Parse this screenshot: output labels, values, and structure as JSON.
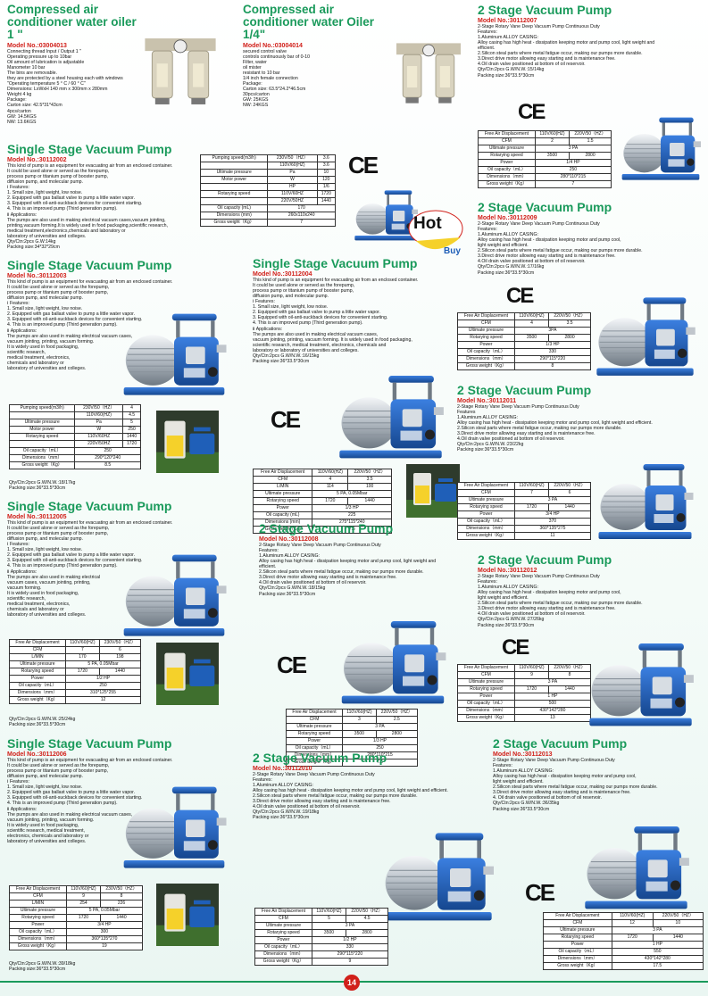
{
  "page_number": "14",
  "hot_badge": {
    "word1": "Hot",
    "word2": "Buy"
  },
  "ce_mark": "CE",
  "colors": {
    "title_green": "#1a9a5b",
    "model_red": "#d1201a",
    "pump_blue": "#1f5fb8"
  },
  "oiler1": {
    "title": "Compressed air conditioner water oiler 1 \"",
    "model": "Model No.:03004013",
    "desc": "Connecting thread Input / Output 1 \"\nOperating pressure up to 10bar\nOil amount of lubrication is adjustable\nManometer 10 bar\nThe bins are removable.\nthey are protected by a steel housing each with windows\n\"Operating temperature 5 ° C / 60 ° C\"\nDimensions: LxWxH 140 mm x 300mm x 280mm\nWeight 4 kg\nPackage:\nCarton size: 42.5*31*43cm\n4pcs/carton\nGW:    14.5KGS\nNW:    13.6KGS"
  },
  "oiler2": {
    "title": "Compressed air conditioner water Oiler 1/4\"",
    "model": "Model No.:03004014",
    "desc": "secured control valve\ncontrols continuously bar of 0-10\nFilter, water\noil mister\nresistant to 10 bar\n1/4 inch female connection\nPackage:\nCarton size: 63.5*24.2*46.5cm\n30pcs/carton\nGW:    25KGS\nNW:    24KGS"
  },
  "p30112002": {
    "title": "Single Stage Vacuum Pump",
    "model": "Model No.:30112002",
    "desc": "This kind of pump is an equipment for evacuating air from an enclosed container.\nIt could be used alone or served as the forepump,\nprocess pump or titanium pump of booster pump,\ndiffusion pump, and molecular pump.\nⅠ Features:\n1. Small size, light weight, low noise.\n2. Equipped with gas ballast valve to pump a little water vapor.\n3. Equipped with oil-anti-suckback devices for convenient starting.\n4. This is an improved pump (Third generation pump).\nⅡ Applications:\nThe pumps are also used in making electrical vacuum cases,vacuum jointing,\nprinting,vacuum forming.It is widely used in food packaging,scientific research,\nmedical treatment,electronics,chemicals and laboratory or\nlaboratory of universities and colleges.\nQty/Ctn:2pcs        G.W:14kg\nPacking size:34*32*29cm",
    "table": [
      [
        "Pumping speed(m3/h)",
        "230V/50（HZ）",
        "3.6"
      ],
      [
        "",
        "110V/60(HZ)",
        "3.6"
      ],
      [
        "Ultimate pressure",
        "Pa",
        "10"
      ],
      [
        "Motor power",
        "W",
        "120"
      ],
      [
        "",
        "HP",
        "1/6"
      ],
      [
        "Rotarying speed",
        "110V/60HZ",
        "1720"
      ],
      [
        "",
        "220V/50HZ",
        "1440"
      ],
      [
        "Oil capacity (mL)",
        "170",
        ""
      ],
      [
        "Dimensions (mm)",
        "260x110x240",
        ""
      ],
      [
        "Gross weight（Kg）",
        "7",
        ""
      ]
    ]
  },
  "p30112003": {
    "title": "Single Stage Vacuum Pump",
    "model": "Model No.:30112003",
    "desc": "This kind of pump is an equipment for evacuating air from an enclosed container.\nIt could be used alone or served as the forepump,\nprocess pump or titanium pump of booster pump,\ndiffusion pump, and molecular pump.\nⅠ Features:\n1. Small size, light weight, low noise.\n2. Equipped with gas ballast valve to pump a little water vapor.\n3. Equipped with oil-anti-suckback devices for convenient starting.\n4. This is an improved pump (Third generation pump).\nⅡ Applications:\nThe pumps are also used in making electrical vacuum cases,\nvacuum jointing, printing, vacuum forming.\nIt is widely used in food packaging,\nscientific research,\nmedical treatment, electronics,\nchemicals and laboratory or\nlaboratory of universities and colleges.",
    "table": [
      [
        "Pumping speed(m3/h)",
        "230V/50（HZ）",
        "4"
      ],
      [
        "",
        "110V/60(HZ)",
        "4.5"
      ],
      [
        "Ultimate pressure",
        "Pa",
        "5"
      ],
      [
        "Motor power",
        "W",
        "250"
      ],
      [
        "Rotarying speed",
        "110V/60HZ",
        "1440"
      ],
      [
        "",
        "220V/50HZ",
        "1720"
      ],
      [
        "Oil capacity（mL）",
        "250",
        ""
      ],
      [
        "Dimensions（mm）",
        "290*120*240",
        ""
      ],
      [
        "Gross weight（Kg）",
        "8.5",
        ""
      ]
    ],
    "pack": "Qty/Ctn:2pcs        G.W/N.W.:18/17kg\nPacking size:36*33.5*30cm"
  },
  "p30112004": {
    "title": "Single Stage Vacuum Pump",
    "model": "Model No.:30112004",
    "desc": "This kind of pump is an equipment for evacuating air from an enclosed container.\nIt could be used alone or served as the forepump,\nprocess pump or titanium pump of booster pump,\ndiffusion pump, and molecular pump.\nⅠ Features:\n1. Small size, light weight, low noise.\n2. Equipped with gas ballast valve to pump a little water vapor.\n3. Equipped with oil-anti-suckback devices for convenient starting.\n4. This is an improved pump (Third generation pump).\nⅡ Applications:\nThe pumps are also used in making electrical vacuum cases,\nvacuum jointing, printing, vacuum forming. It is widely used in food packaging,\nscientific research, medical treatment, electronics, chemicals and\nlaboratory or laboratory of universities and colleges.\nQty/Ctn:2pcs        G.W/N.W.:16/15kg\nPacking size:36*33.5*30cm",
    "table": [
      [
        "Free Air Displacement",
        "110V/60(HZ)",
        "220V/50（HZ）"
      ],
      [
        "CFM",
        "4",
        "3.5"
      ],
      [
        "L/MIN",
        "114",
        "100"
      ],
      [
        "Ultimate pressure",
        "5 PA, 0.05Mbar",
        ""
      ],
      [
        "Rotarying speed",
        "1720",
        "1440"
      ],
      [
        "Power",
        "1/3 HP",
        ""
      ],
      [
        "Oil capacity (mL)",
        "225",
        ""
      ],
      [
        "Dimensions (mm)",
        "275*115*240",
        ""
      ],
      [
        "Gross weight (Kg)",
        "7.5",
        ""
      ]
    ]
  },
  "p30112005": {
    "title": "Single Stage Vacuum Pump",
    "model": "Model No.:30112005",
    "desc": "This kind of pump is an equipment for evacuating air from an enclosed container.\nIt could be used alone or served as the forepump,\nprocess pump or titanium pump of booster pump,\ndiffusion pump, and molecular pump.\nⅠ Features:\n1. Small size, light weight, low noise.\n2. Equipped with gas ballast valve to pump a little water vapor.\n3. Equipped with oil-anti-suckback devices for convenient starting.\n4. This is an improved pump (Third generation pump).\nⅡ Applications:\nThe pumps are also used in making electrical\nvacuum cases, vacuum jointing, printing,\nvacuum forming.\nIt is widely used in food packaging,\nscientific research,\nmedical treatment, electronics,\nchemicals and laboratory or\nlaboratory of universities and colleges.",
    "table": [
      [
        "Free Air Displacement",
        "110V/60(HZ)",
        "230V/50（HZ）"
      ],
      [
        "CFM",
        "7",
        "6"
      ],
      [
        "L/MIN",
        "170",
        "198"
      ],
      [
        "Ultimate pressure",
        "5 PA, 0.05Mbar",
        ""
      ],
      [
        "Rotarying speed",
        "1720",
        "1440"
      ],
      [
        "Power",
        "1/2 HP",
        ""
      ],
      [
        "Oil capacity（mL）",
        "250",
        ""
      ],
      [
        "Dimensions（mm）",
        "310*125*255",
        ""
      ],
      [
        "Gross weight（Kg）",
        "12",
        ""
      ]
    ],
    "pack": "Qty/Ctn:2pcs        G.W/N.W.:25/24kg\nPacking size:36*33.5*30cm"
  },
  "p30112006": {
    "title": "Single Stage Vacuum Pump",
    "model": "Model No.:30112006",
    "desc": "This kind of pump is an equipment for evacuating air from an enclosed container.\nIt could be used alone or served as the forepump,\nprocess pump or titanium pump of booster pump,\ndiffusion pump, and molecular pump.\nⅠ Features:\n1. Small size, light weight, low noise.\n2. Equipped with gas ballast valve to pump a little water vapor.\n3. Equipped with oil-anti-suckback devices for convenient starting.\n4. This is an improved pump (Third generation pump).\nⅡ Applications:\nThe pumps are also used in making electrical vacuum cases,\nvacuum jointing, printing, vacuum forming.\nIt is widely used in food packaging,\nscientific research, medical treatment,\nelectronics, chemicals and laboratory or\nlaboratory of universities and colleges.",
    "table": [
      [
        "Free Air Displacement",
        "110V/60(HZ)",
        "230V/50（HZ）"
      ],
      [
        "CFM",
        "9",
        "8"
      ],
      [
        "L/MIN",
        "254",
        "226"
      ],
      [
        "Ultimate pressure",
        "5 PA, 0.05Mbar",
        ""
      ],
      [
        "Rotarying speed",
        "1720",
        "1440"
      ],
      [
        "Power",
        "3/4 HP",
        ""
      ],
      [
        "Oil capacity（mL）",
        "300",
        ""
      ],
      [
        "Dimensions（mm）",
        "360*135*270",
        ""
      ],
      [
        "Gross weight（Kg）",
        "19",
        ""
      ]
    ],
    "pack": "Qty/Ctn:2pcs        G.W/N.W.:39/18kg\nPacking size:36*33.5*30cm"
  },
  "p30112007": {
    "title": "2 Stage Vacuum Pump",
    "model": "Model No.:30112007",
    "desc": "2-Stage Rotary Vane Deep Vacuum Pump Continuous Duty\nFeatures:\n1.Aluminum ALLOY CASING:\n   Alloy casing has high heat - dissipation keeping motor and pump cool, light weight and\n   efficient.\n2.Silicon steal parts where metal fatigue occur, making our pumps more durable.\n3.Direct drive motor allowing easy starting and is maintenance free.\n4.Oil drain valve positioned at bottom of oil reservoir.\nQty/Ctn:2pcs        G.W/N.W.:15/14kg\nPacking size:36*33.5*30cm",
    "table": [
      [
        "Free Air Displacement",
        "110V/60(HZ)",
        "220V/50（HZ）"
      ],
      [
        "CFM",
        "2",
        "1.5"
      ],
      [
        "Ultimate pressure",
        "3 PA",
        ""
      ],
      [
        "Rotarying speed",
        "3500",
        "2800"
      ],
      [
        "Power",
        "1/4 HP",
        ""
      ],
      [
        "Oil capacity（mL）",
        "250",
        ""
      ],
      [
        "Dimensions（mm）",
        "280*110*215",
        ""
      ],
      [
        "Gross weight（Kg）",
        "7",
        ""
      ]
    ]
  },
  "p30112008": {
    "title": "2 Stage Vacuum Pump",
    "model": "Model No.:30112008",
    "desc": "2-Stage Rotary Vane Deep Vacuum Pump Continuous Duty\nFeatures:\n1.Aluminum ALLOY CASING:\n   Alloy casing has high heat - dissipation keeping motor and pump cool, light weight and\nefficient.\n2.Silicon steal parts where metal fatigue occur, making our pumps more durable.\n3.Direct drive motor allowing easy starting and is maintenance free.\n4.Oil drain valve positioned at bottom of oil reservoir.\nQty/Ctn:2pcs        G.W/N.W.:18/15kg\nPacking size:36*33.5*30cm",
    "table": [
      [
        "Free Air Displacement",
        "110V/60(HZ)",
        "220V/50（HZ）"
      ],
      [
        "CFM",
        "3",
        "2.5"
      ],
      [
        "Ultimate pressure",
        "3 PA",
        ""
      ],
      [
        "Rotarying speed",
        "3500",
        "2800"
      ],
      [
        "Power",
        "1/3 HP",
        ""
      ],
      [
        "Oil capacity（mL）",
        "250",
        ""
      ],
      [
        "Dimensions（mm）",
        "280*110*215",
        ""
      ],
      [
        "Gross weight（Kg）",
        "7.5",
        ""
      ]
    ]
  },
  "p30112009": {
    "title": "2 Stage Vacuum Pump",
    "model": "Model No.:30112009",
    "desc": "2-Stage Rotary Vane Deep Vacuum Pump Continuous Duty\nFeatures:\n1.Aluminum ALLOY CASING:\n   Alloy casing has high heat - dissipation keeping motor and pump cool,\n   light weight and efficient.\n2.Silicon steal parts where metal fatigue occur, making our pumps more durable.\n3.Direct drive motor allowing easy starting and is maintenance free.\n4.Oil drain valve positioned at bottom of oil reservoir.\nQty/Ctn:2pcs        G.W/N.W.:17/16kg\nPacking size:36*33.5*30cm",
    "table": [
      [
        "Free Air Displacement",
        "110V/60(HZ)",
        "220V/50（HZ）"
      ],
      [
        "CFM",
        "4",
        "3.5"
      ],
      [
        "Ultimate pressure",
        "3PA",
        ""
      ],
      [
        "Rotarying speed",
        "3500",
        "2800"
      ],
      [
        "Power",
        "1/3 HP",
        ""
      ],
      [
        "Oil capacity（mL）",
        "330",
        ""
      ],
      [
        "Dimensions（mm）",
        "290*115*220",
        ""
      ],
      [
        "Gross weight（Kg）",
        "8",
        ""
      ]
    ]
  },
  "p30112010": {
    "title": "2 Stage Vacuum Pump",
    "model": "Model No.:30112010",
    "desc": "2-Stage Rotary Vane Deep Vacuum Pump Continuous Duty\nFeatures:\n1.Aluminum ALLOY CASING:\n   Alloy casing has high heat - dissipation keeping motor and pump cool, light weight and efficient.\n2.Silicon steal parts where metal fatigue occur, making our pumps more durable.\n3.Direct drive motor allowing easy starting and is maintenance free.\n4.Oil drain valve positioned at bottom of oil reservoir.\nQty/Ctn:2pcs        G.W/N.W.:19/18kg\nPacking size:36*33.5*30cm",
    "table": [
      [
        "Free Air Displacement",
        "110V/60(HZ)",
        "220V/50（HZ）"
      ],
      [
        "CFM",
        "5",
        "4.5"
      ],
      [
        "Ultimate pressure",
        "3 PA",
        ""
      ],
      [
        "Rotarying speed",
        "3500",
        "2800"
      ],
      [
        "Power",
        "1/2 HP",
        ""
      ],
      [
        "Oil capacity（mL）",
        "330",
        ""
      ],
      [
        "Dimensions（mm）",
        "290*115*220",
        ""
      ],
      [
        "Gross weight（Kg）",
        "9",
        ""
      ]
    ]
  },
  "p30112011": {
    "title": "2 Stage Vacuum Pump",
    "model": "Model No.:30112011",
    "desc": "2-Stage Rotary Vane Deep Vacuum Pump Continuous Duty\nFeatures\n1.Aluminum ALLOY CASING:\n   Alloy casing has high heat - dissipation keeping motor and pump cool, light weight and efficient.\n2.Silicon steal parts where metal fatigue occur, making our pumps more durable.\n3.Direct drive motor allowing easy starting and is maintenance free.\n4.Oil drain valve positioned at bottom of oil reservoir.\nQty/Ctn:2pcs        G.W/N.W.:23/22kg\nPacking size:36*33.5*30cm",
    "table": [
      [
        "Free Air Displacement",
        "110V/60(HZ)",
        "220V/50（HZ）"
      ],
      [
        "CFM",
        "7",
        "6"
      ],
      [
        "Ultimate pressure",
        "3 PA",
        ""
      ],
      [
        "Rotarying speed",
        "1720",
        "1440"
      ],
      [
        "Power",
        "3/4 HP",
        ""
      ],
      [
        "Oil capacity（mL）",
        "370",
        ""
      ],
      [
        "Dimensions（mm）",
        "360*135*275",
        ""
      ],
      [
        "Gross weight（Kg）",
        "11",
        ""
      ]
    ]
  },
  "p30112012": {
    "title": "2 Stage Vacuum Pump",
    "model": "Model No.:30112012",
    "desc": "2-Stage Rotary Vane Deep Vacuum Pump Continuous Duty\nFeatures:\n1.Aluminum ALLOY CASING:\n   Alloy casing has high heat - dissipation keeping motor and pump cool,\n   light weight and efficient.\n2.Silicon steal parts where metal fatigue occur, making our pumps more durable.\n3.Direct drive motor allowing easy starting and is maintenance free.\n4.Oil drain valve positioned at bottom of oil reservoir.\nQty/Ctn:2pcs        G.W/N.W.:27/26kg\nPacking size:36*33.5*30cm",
    "table": [
      [
        "Free Air Displacement",
        "110V/60(HZ)",
        "220V/50（HZ）"
      ],
      [
        "CFM",
        "9",
        "8"
      ],
      [
        "Ultimate pressure",
        "3 PA",
        ""
      ],
      [
        "Rotarying speed",
        "1720",
        "1440"
      ],
      [
        "Power",
        "1 HP",
        ""
      ],
      [
        "Oil capacity（mL）",
        "500",
        ""
      ],
      [
        "Dimensions（mm）",
        "430*142*280",
        ""
      ],
      [
        "Gross weight（Kg）",
        "13",
        ""
      ]
    ]
  },
  "p30112013": {
    "title": "2 Stage Vacuum Pump",
    "model": "Model No.:30112013",
    "desc": "2-Stage Rotary Vane Deep Vacuum Pump Continuous Duty\nFeatures:\n1.Aluminum ALLOY CASING:\n   Alloy casing has high heat - dissipation keeping motor and pump cool,\n   light weight and efficient.\n2.Silicon steal parts where metal fatigue occur, making our pumps more durable.\n3.Direct drive motor allowing easy starting and is maintenance free.\n4. Oil drain valve positioned at bottom of oil reservoir.\nQty/Ctn:2pcs        G.W/N.W.:36/35kg\nPacking size:36*33.5*30cm",
    "table": [
      [
        "Free Air Displacement",
        "110V/60(HZ)",
        "220V/50（HZ）"
      ],
      [
        "CFM",
        "12",
        "10"
      ],
      [
        "Ultimate pressure",
        "3 PA",
        ""
      ],
      [
        "Rotarying speed",
        "1720",
        "1440"
      ],
      [
        "Power",
        "1 HP",
        ""
      ],
      [
        "Oil capacity（mL）",
        "550",
        ""
      ],
      [
        "Dimensions（mm）",
        "430*142*280",
        ""
      ],
      [
        "Gross weight（Kg）",
        "17.5",
        ""
      ]
    ]
  }
}
